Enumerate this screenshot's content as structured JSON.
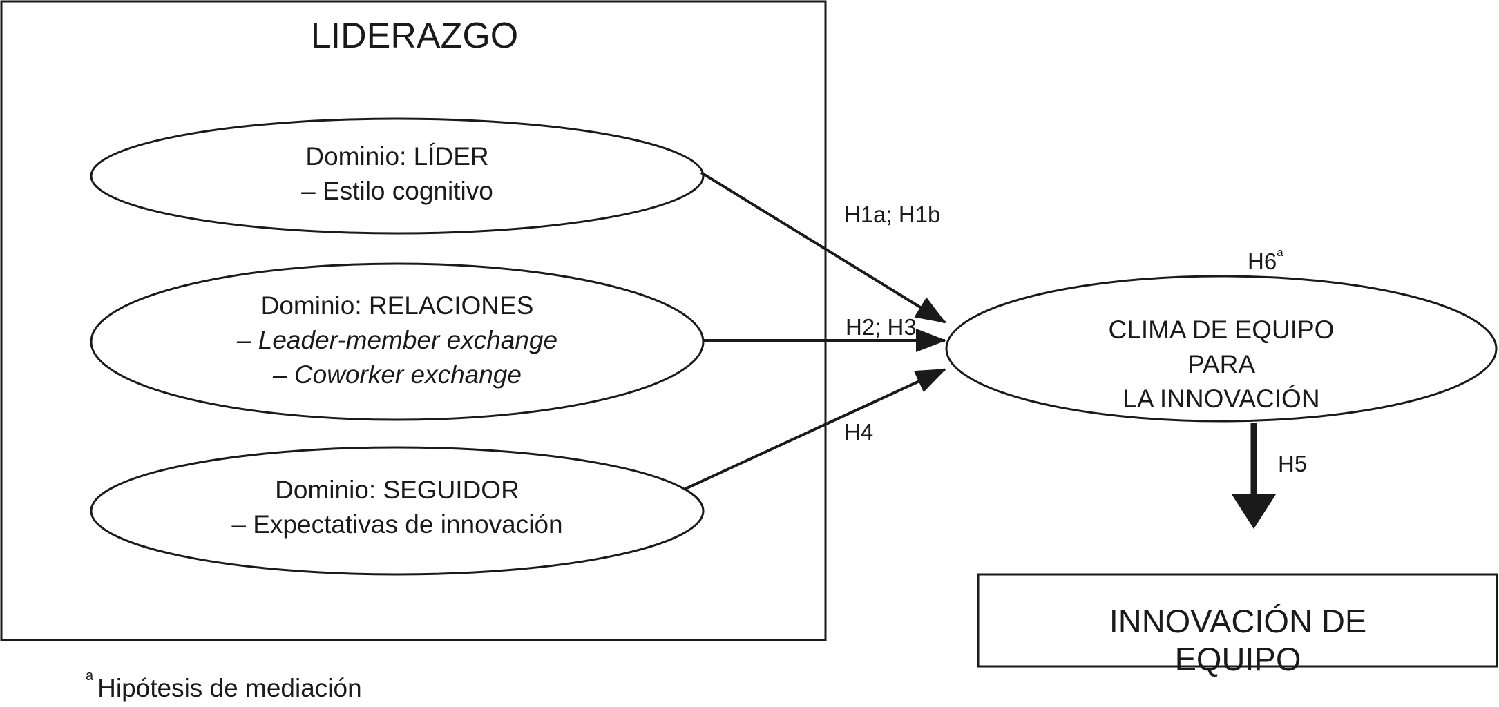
{
  "group": {
    "title": "LIDERAZGO"
  },
  "nodes": {
    "leader": {
      "title": "Dominio: LÍDER",
      "line1": "– Estilo cognitivo"
    },
    "relations": {
      "title": "Dominio: RELACIONES",
      "line1": "– Leader-member exchange",
      "line2": "– Coworker exchange"
    },
    "follower": {
      "title": "Dominio: SEGUIDOR",
      "line1": "– Expectativas de innovación"
    },
    "climate": {
      "line1": "CLIMA DE EQUIPO PARA",
      "line2": "LA INNOVACIÓN"
    },
    "innovation": {
      "title": "INNOVACIÓN DE EQUIPO"
    }
  },
  "edges": {
    "h1": "H1a; H1b",
    "h23": "H2; H3",
    "h4": "H4",
    "h5": "H5",
    "h6": "H6",
    "h6_mark": "a"
  },
  "footnote": {
    "mark": "a",
    "text": "Hipótesis de mediación"
  }
}
